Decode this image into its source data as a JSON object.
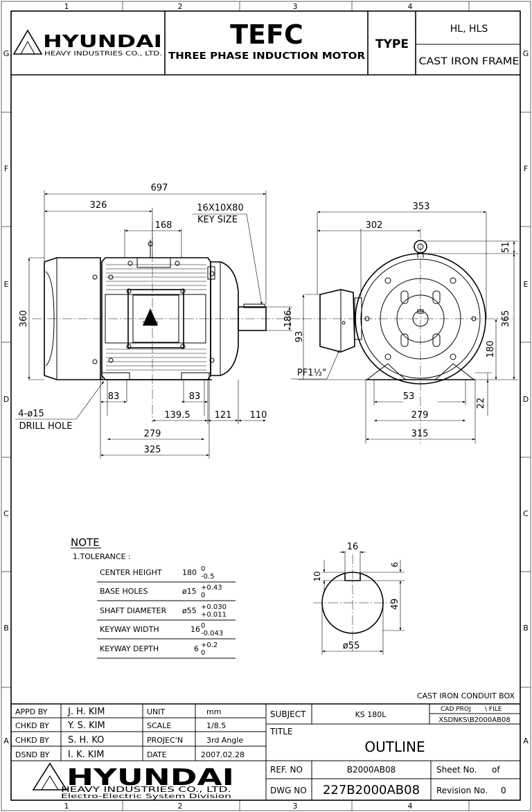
{
  "frame": {
    "top_cols": [
      "1",
      "2",
      "3",
      "4"
    ],
    "bottom_cols": [
      "1",
      "2",
      "3",
      "4"
    ],
    "left_rows": [
      "G",
      "F",
      "E",
      "D",
      "C",
      "B",
      "A"
    ],
    "right_rows": [
      "G",
      "F",
      "E",
      "D",
      "C",
      "B",
      "A"
    ]
  },
  "header": {
    "brand": "HYUNDAI",
    "brand_sub": "HEAVY INDUSTRIES CO., LTD.",
    "title": "TEFC",
    "subtitle": "THREE PHASE INDUCTION MOTOR",
    "type_label": "TYPE",
    "type_value": "HL, HLS",
    "frame_value": "CAST IRON FRAME"
  },
  "side_view": {
    "dim_overall": "697",
    "dim_326": "326",
    "dim_168": "168",
    "key_size_value": "16X10X80",
    "key_size_label": "KEY SIZE",
    "dim_360": "360",
    "dim_186": "186",
    "dim_93": "93",
    "dim_83_left": "83",
    "dim_83_right": "83",
    "drill_hole_value": "4-ø15",
    "drill_hole_label": "DRILL HOLE",
    "dim_139_5": "139.5",
    "dim_121": "121",
    "dim_110": "110",
    "dim_279": "279",
    "dim_325": "325",
    "nameplate": "HYUNDAI"
  },
  "end_view": {
    "dim_353": "353",
    "dim_302": "302",
    "dim_51": "51",
    "dim_365": "365",
    "dim_180": "180",
    "dim_22": "22",
    "dim_53": "53",
    "dim_279": "279",
    "dim_315": "315",
    "conduit": "PF1½\""
  },
  "shaft_detail": {
    "dim_16": "16",
    "dim_6": "6",
    "dim_10": "10",
    "dim_49": "49",
    "diameter": "ø55"
  },
  "note": {
    "title": "NOTE",
    "subtitle": "1.TOLERANCE :",
    "rows": [
      {
        "label": "CENTER HEIGHT",
        "nominal": "180",
        "upper": "0",
        "lower": "-0.5"
      },
      {
        "label": "BASE HOLES",
        "nominal": "ø15",
        "upper": "+0.43",
        "lower": "0"
      },
      {
        "label": "SHAFT DIAMETER",
        "nominal": "ø55",
        "upper": "+0.030",
        "lower": "+0.011"
      },
      {
        "label": "KEYWAY WIDTH",
        "nominal": "16",
        "upper": "0",
        "lower": "-0.043"
      },
      {
        "label": "KEYWAY DEPTH",
        "nominal": "6",
        "upper": "+0.2",
        "lower": "0"
      }
    ]
  },
  "title_block": {
    "box_label": "CAST IRON CONDUIT BOX",
    "appd_label": "APPD BY",
    "appd_value": "J. H. KIM",
    "chkd1_label": "CHKD BY",
    "chkd1_value": "Y. S. KIM",
    "chkd2_label": "CHKD BY",
    "chkd2_value": "S. H. KO",
    "dsnd_label": "DSND BY",
    "dsnd_value": "I. K. KIM",
    "unit_label": "UNIT",
    "unit_value": "mm",
    "scale_label": "SCALE",
    "scale_value": "1/8.5",
    "projection_label": "PROJEC'N",
    "projection_value": "3rd Angle",
    "date_label": "DATE",
    "date_value": "2007.02.28",
    "subject_label": "SUBJECT",
    "subject_value": "KS 180L",
    "cad_proj_label": "CAD PROJ",
    "file_label": "\\ FILE",
    "file_path": "XSDNKS\\B2000AB08",
    "title_label": "TITLE",
    "title_value": "OUTLINE",
    "ref_label": "REF. NO",
    "ref_value": "B2000AB08",
    "dwg_label": "DWG NO",
    "dwg_value": "227B2000AB08",
    "sheet_label": "Sheet No.",
    "sheet_of": "of",
    "revision_label": "Revision No.",
    "revision_value": "0",
    "brand": "HYUNDAI",
    "brand_sub1": "HEAVY INDUSTRIES CO., LTD.",
    "brand_sub2": "Electro-Electric System Division"
  }
}
